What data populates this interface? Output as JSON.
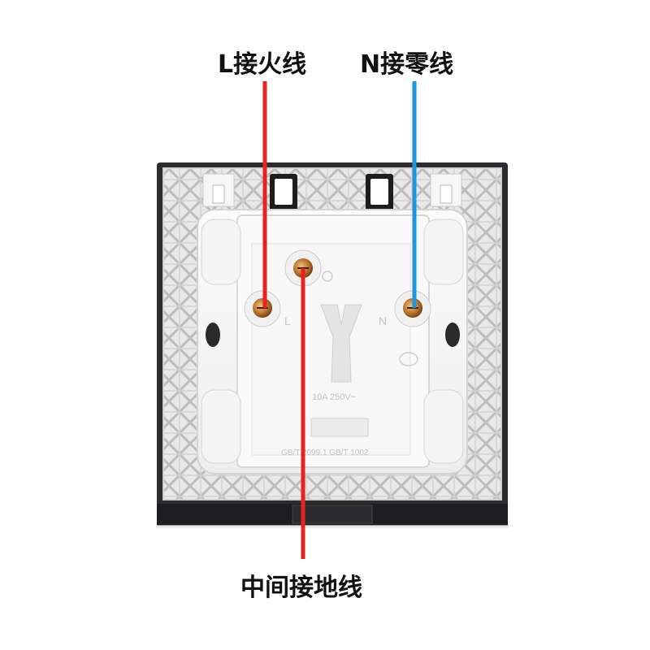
{
  "labels": {
    "live": "L接火线",
    "neutral": "N接零线",
    "ground": "中间接地线"
  },
  "socket_markings": {
    "terminal_l": "L",
    "terminal_n": "N",
    "rating": "10A  250V~",
    "standards": "GB/T 2099.1   GB/T 1002"
  },
  "colors": {
    "live_wire": "#e8231f",
    "neutral_wire": "#1e96e0",
    "ground_wire": "#e8231f",
    "frame": "#2c2c2e",
    "housing": "#f4f4f4"
  }
}
